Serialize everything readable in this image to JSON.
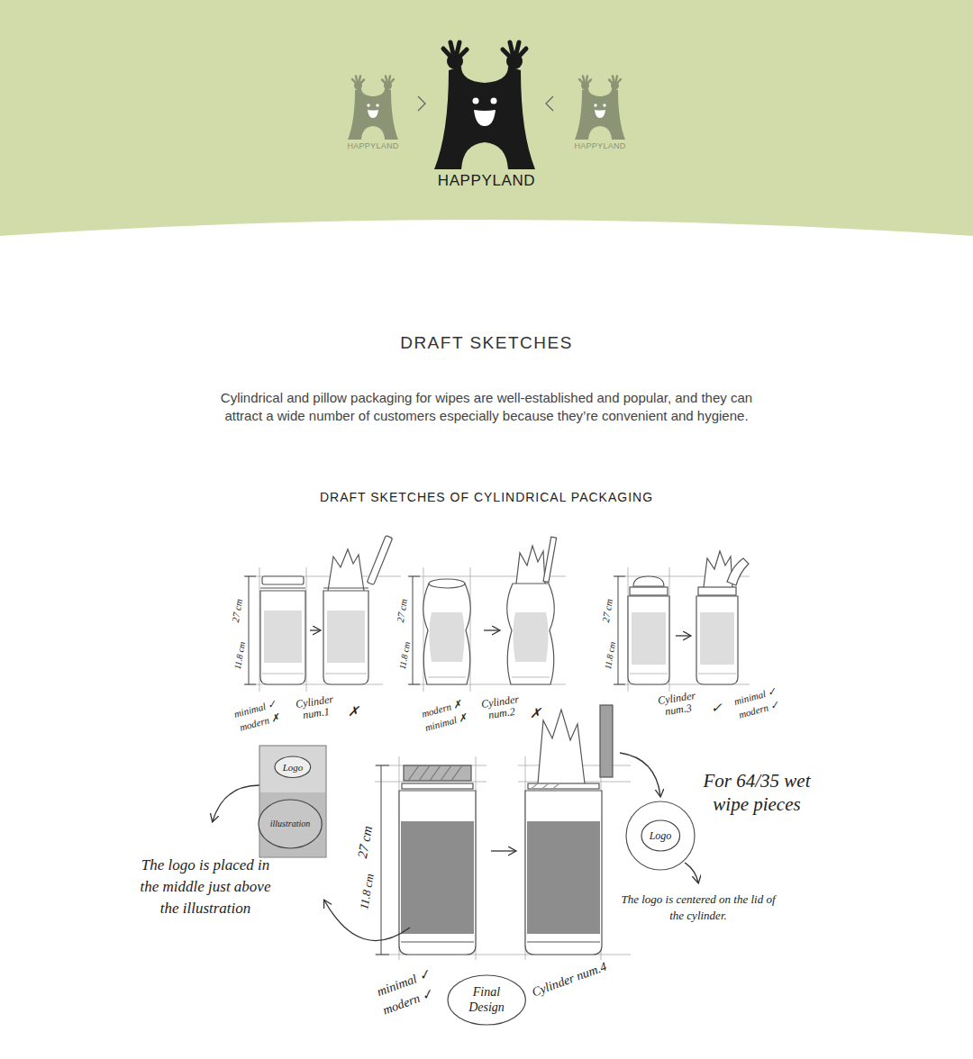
{
  "diagram": {
    "title": "DRAFT SKETCHES",
    "caption": "Cylindrical and pillow packaging for wipes are well-established and popular, and they can attract a wide number of customers especially because they’re convenient and hygiene.",
    "nodes": [
      {
        "text": [
          "Logo"
        ]
      },
      {
        "text": [
          "illustration"
        ]
      },
      {
        "text": [
          "Logo"
        ]
      },
      {
        "text": [
          "Final Design"
        ]
      }
    ],
    "labels": [
      "HAPPYLAND",
      "HAPPYLAND",
      "HAPPYLAND",
      "DRAFT SKETCHES OF CYLINDRICAL PACKAGING",
      "27 cm",
      "11.8 cm",
      "27 cm",
      "11.8 cm",
      "27 cm",
      "11.8 cm",
      "minimal ✓",
      "modern ✗",
      "Cylinder num.1",
      "✗",
      "modern ✗",
      "minimal ✗",
      "Cylinder num.2",
      "✗",
      "Cylinder num.3",
      "✓",
      "minimal ✓",
      "modern ✓",
      "The logo is placed in the middle just above the illustration",
      "27 cm",
      "11.8 cm",
      "For 64/35 wet wipe pieces",
      "The logo is centered on the lid of the cylinder.",
      "minimal ✓",
      "modern ✓",
      "Cylinder num.4"
    ]
  }
}
